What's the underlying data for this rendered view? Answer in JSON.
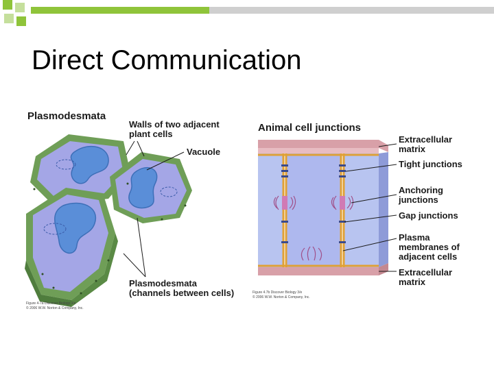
{
  "slide": {
    "title": "Direct Communication"
  },
  "plant_panel": {
    "heading": "Plasmodesmata",
    "walls_label_line1": "Walls of two adjacent",
    "walls_label_line2": "plant cells",
    "vacuole_label": "Vacuole",
    "channels_label_line1": "Plasmodesmata",
    "channels_label_line2": "(channels between cells)",
    "credit_line1": "Figure 4-7a Discover Biology 3/e",
    "credit_line2": "© 2006 W.W. Norton & Company, Inc."
  },
  "animal_panel": {
    "heading": "Animal cell junctions",
    "labels": [
      {
        "line1": "Extracellular",
        "line2": "matrix"
      },
      {
        "line1": "Tight junctions"
      },
      {
        "line1": "Anchoring",
        "line2": "junctions"
      },
      {
        "line1": "Gap junctions"
      },
      {
        "line1": "Plasma",
        "line2": "membranes of",
        "line3": "adjacent cells"
      },
      {
        "line1": "Extracellular",
        "line2": "matrix"
      }
    ],
    "credit_line1": "Figure 4.7b Discover Biology 3/e",
    "credit_line2": "© 2006 W.W. Norton & Company, Inc."
  },
  "colors": {
    "bar_green": "#8fc43a",
    "bar_grey": "#cfcfcf",
    "cell_wall": "#6f9e57",
    "cytoplasm": "#9d9fe0",
    "vacuole": "#5a8ed8",
    "matrix": "#d8a0a8",
    "membrane": "#e0a035",
    "animal_cyto": "#b8c4f0"
  }
}
